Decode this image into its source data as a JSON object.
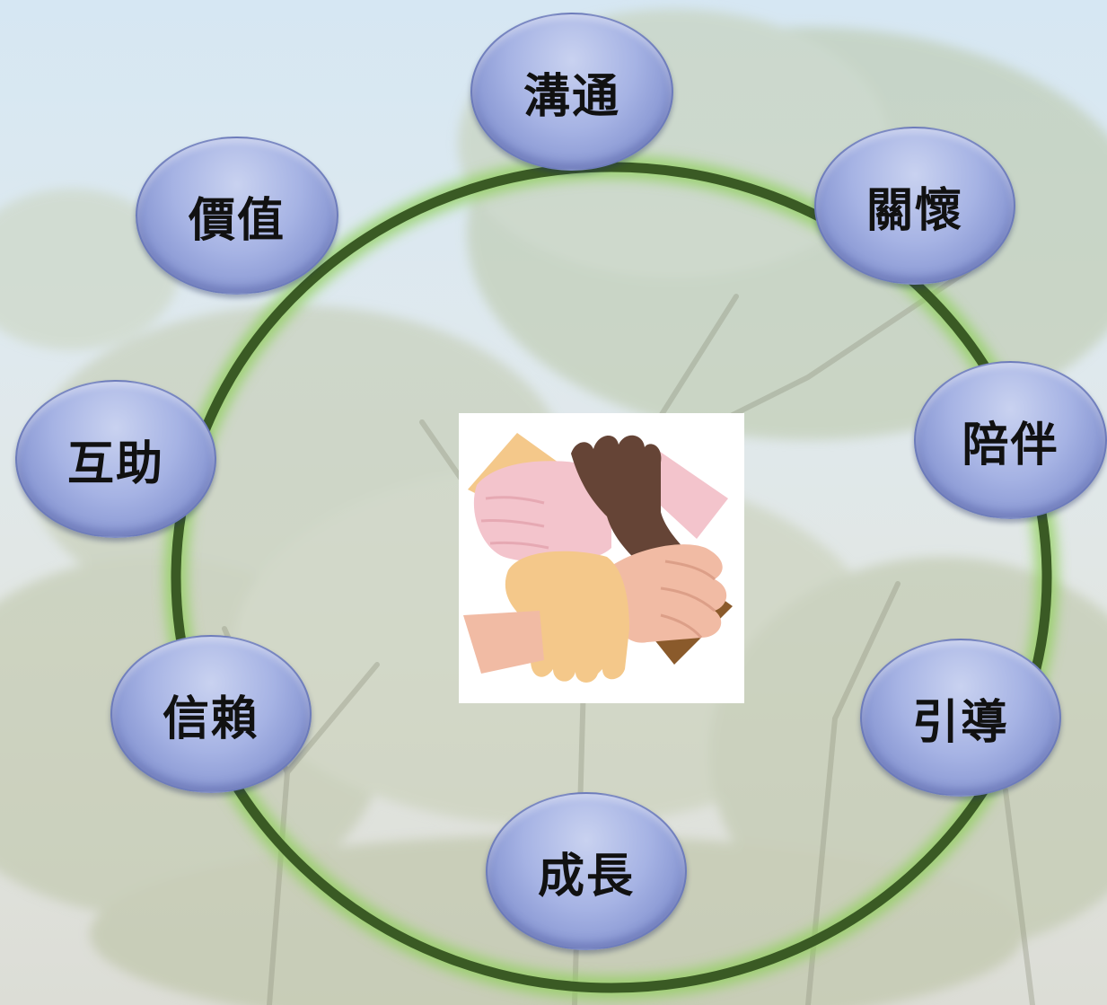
{
  "diagram": {
    "nodes": [
      {
        "id": "communication",
        "label": "溝通"
      },
      {
        "id": "care",
        "label": "關懷"
      },
      {
        "id": "companionship",
        "label": "陪伴"
      },
      {
        "id": "guidance",
        "label": "引導"
      },
      {
        "id": "growth",
        "label": "成長"
      },
      {
        "id": "trust",
        "label": "信賴"
      },
      {
        "id": "mutual-help",
        "label": "互助"
      },
      {
        "id": "value",
        "label": "價值"
      }
    ],
    "center": {
      "icon": "joined-hands-icon"
    }
  },
  "colors": {
    "ring": "#3a5a24",
    "ring_glow": "#8fd05a",
    "node_fill": "#a6b3e4",
    "label": "#111111",
    "hand_pink": "#f3c4cc",
    "hand_brown": "#654436",
    "hand_yellow": "#f4c88a",
    "hand_peach": "#f1bba4"
  }
}
